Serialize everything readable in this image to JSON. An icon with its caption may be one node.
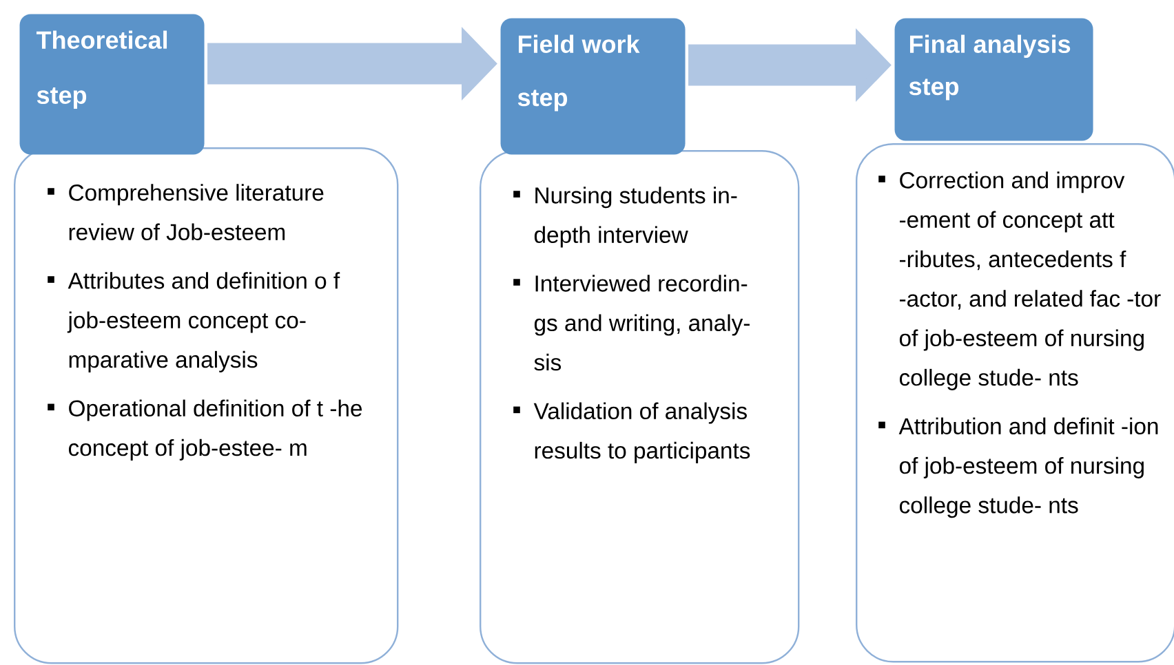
{
  "diagram": {
    "nodes": [
      {
        "text": [
          "Theoretical step"
        ]
      },
      {
        "text": [
          "Comprehensive literature review of Job-esteem",
          "Attributes and definition o f job-esteem concept co- mparative analysis",
          "Operational definition of t -he concept of job-estee- m"
        ]
      },
      {
        "text": [
          "Field work step"
        ]
      },
      {
        "text": [
          "Nursing students in- depth interview",
          "Interviewed recordin- gs and writing, analy- sis",
          "Validation of analysis results to participants"
        ]
      },
      {
        "text": [
          "Final analysis step"
        ]
      },
      {
        "text": [
          "Correction and improv -ement of concept att -ributes, antecedents f -actor, and related fac -tor of job-esteem of nursing college stude- nts",
          "Attribution and definit -ion of job-esteem of nursing college stude- nts"
        ]
      }
    ],
    "edges": [
      {
        "from": 0,
        "to": 2,
        "arrow": "to"
      },
      {
        "from": 2,
        "to": 4,
        "arrow": "to"
      }
    ]
  }
}
